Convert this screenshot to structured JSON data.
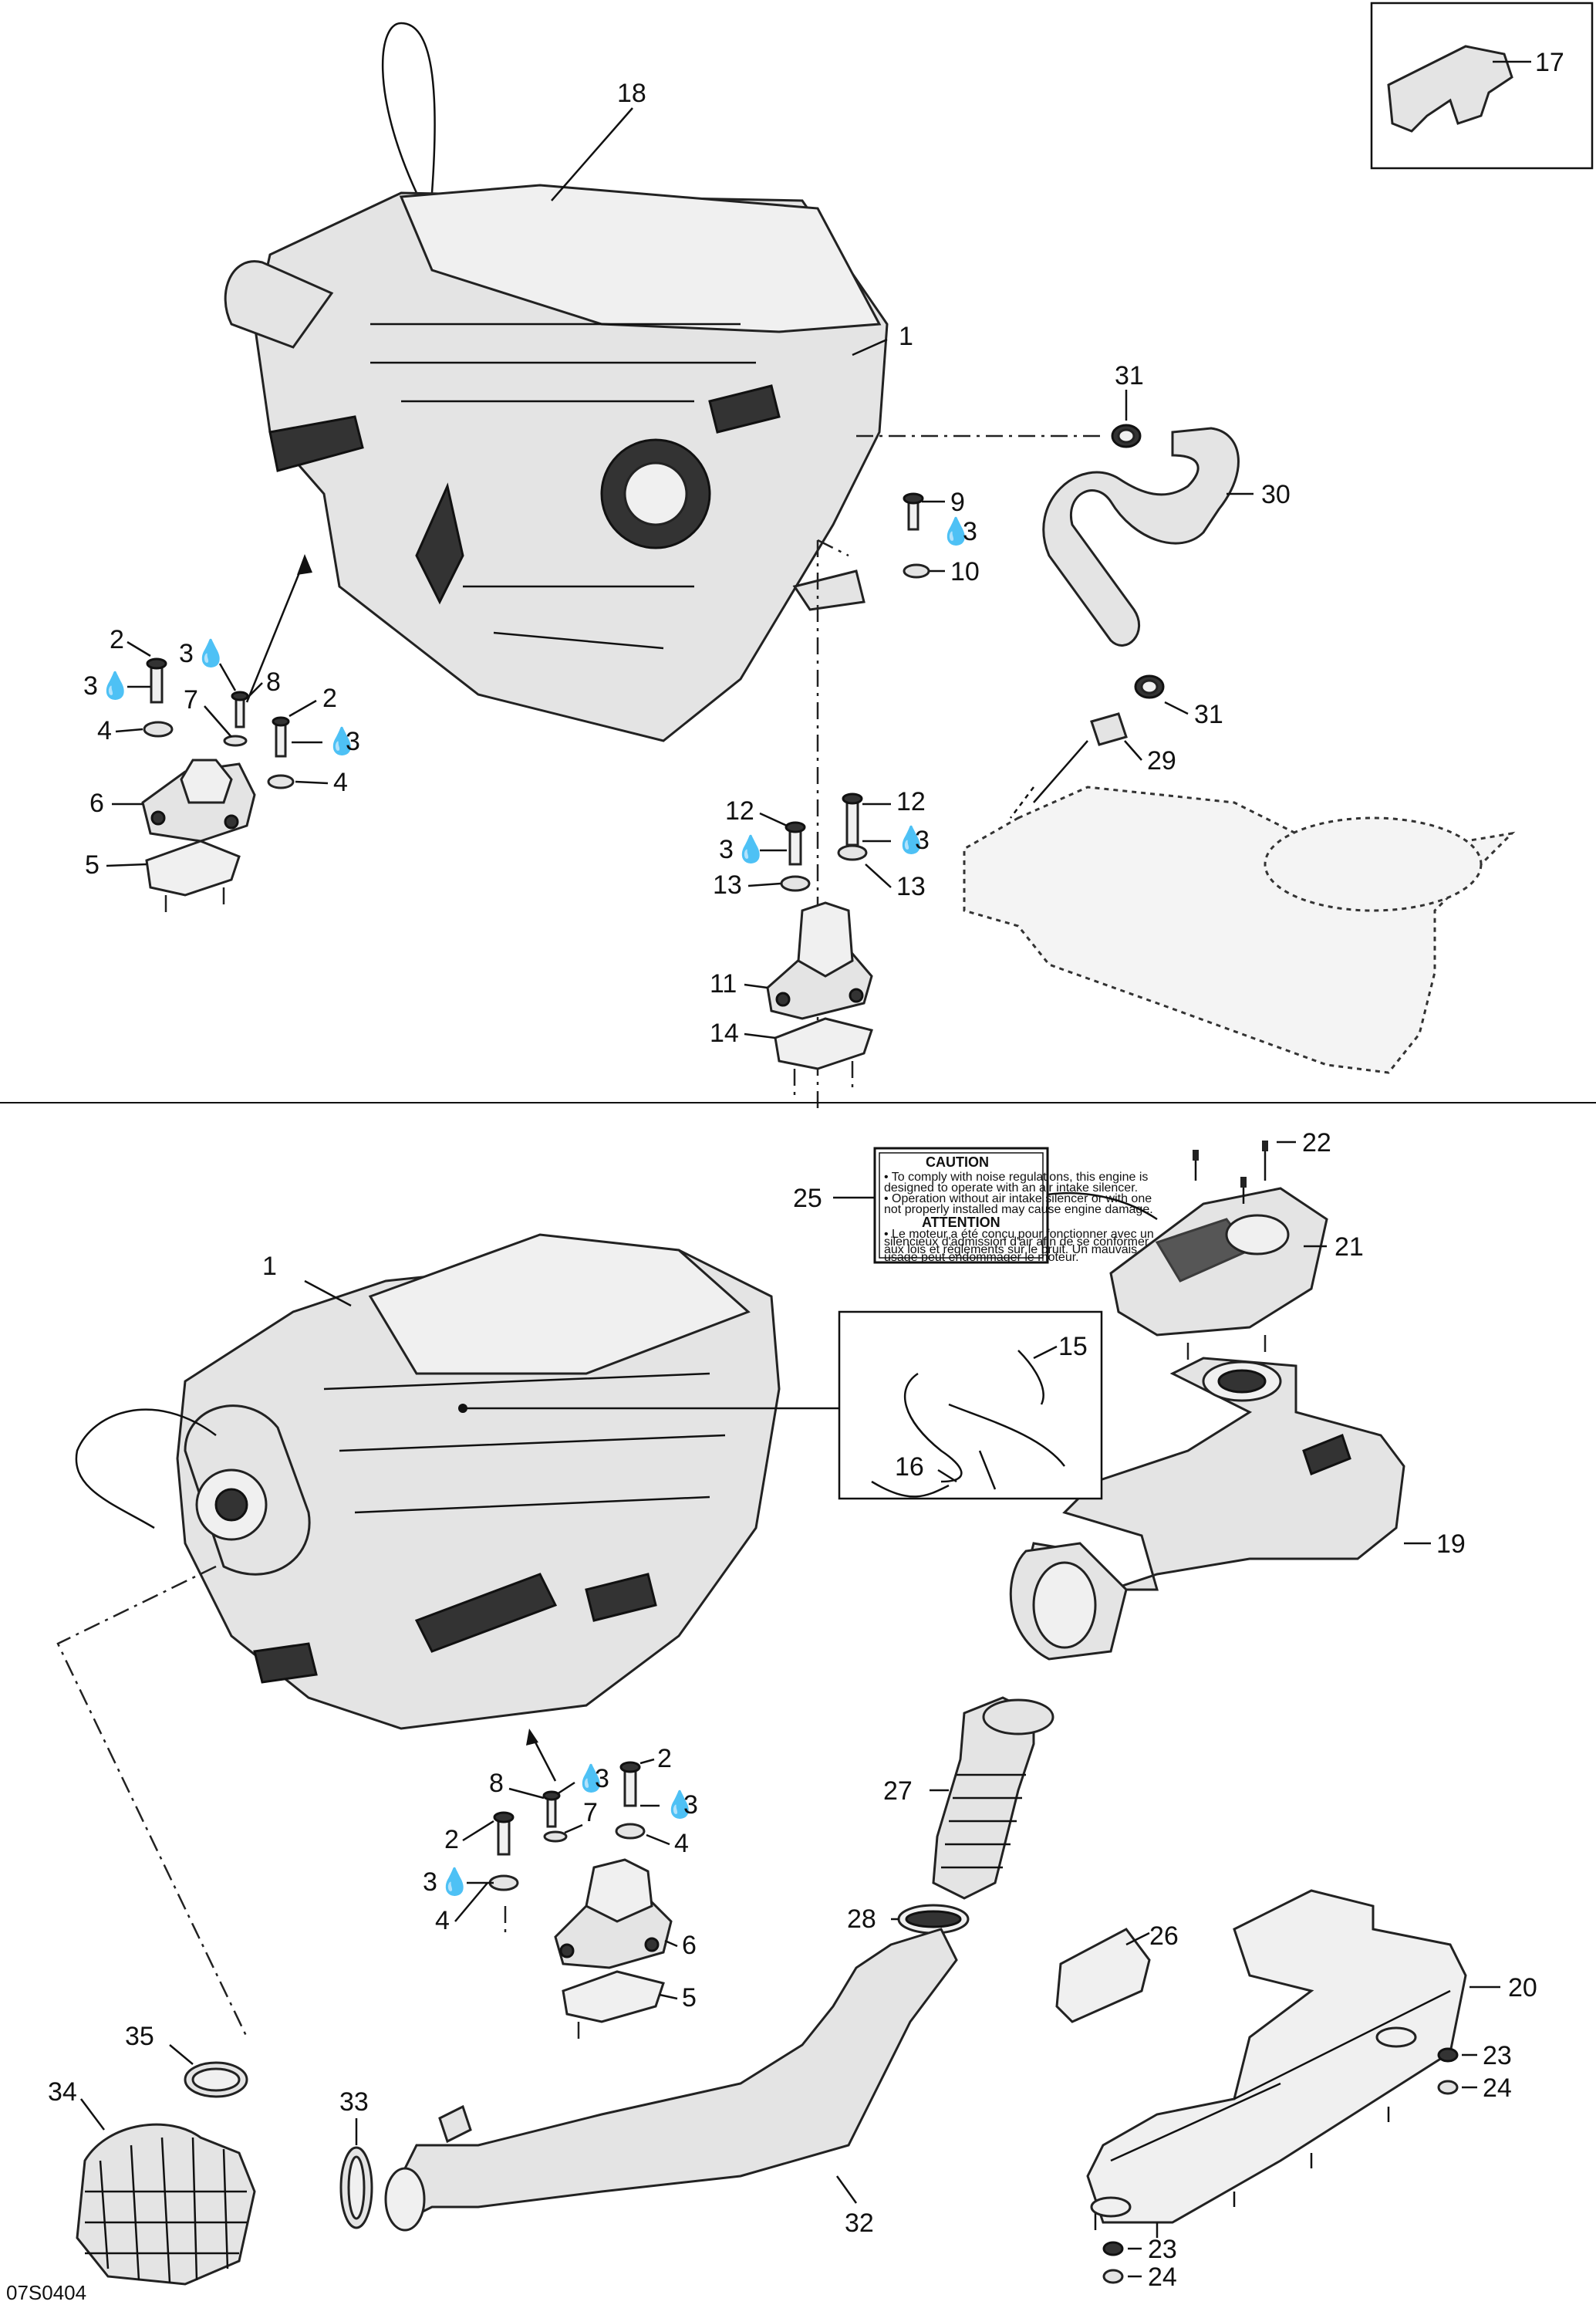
{
  "diagram_code": "07S0404",
  "drop_symbol": "💧",
  "caution_label": {
    "head_en": "CAUTION",
    "lines_en": [
      "• To comply with noise regulations, this engine is",
      "designed to operate with an air intake silencer.",
      "• Operation without air intake silencer or with one",
      "not properly installed may cause engine damage."
    ],
    "head_fr": "ATTENTION",
    "lines_fr": [
      "• Le moteur a été conçu pour fonctionner avec un",
      "silencieux d'admission d'air afin de se conformer",
      "aux lois et règlements sur le bruit. Un mauvais",
      "usage peut endommager le moteur."
    ]
  },
  "callouts": {
    "c17": "17",
    "c18": "18",
    "c1a": "1",
    "c31a": "31",
    "c30": "30",
    "c9": "9",
    "c3a": "3",
    "c10": "10",
    "c31b": "31",
    "c29": "29",
    "c2a": "2",
    "c3b": "3",
    "c3c": "3",
    "c8a": "8",
    "c7a": "7",
    "c2b": "2",
    "c4a": "4",
    "c3d": "3",
    "c4b": "4",
    "c6a": "6",
    "c5a": "5",
    "c12a": "12",
    "c12b": "12",
    "c3e": "3",
    "c3f": "3",
    "c13a": "13",
    "c13b": "13",
    "c11": "11",
    "c14": "14",
    "c22": "22",
    "c25": "25",
    "c21": "21",
    "c1b": "1",
    "c15": "15",
    "c16": "16",
    "c19": "19",
    "c3g": "3",
    "c2c": "2",
    "c8b": "8",
    "c7b": "7",
    "c3h": "3",
    "c2d": "2",
    "c3i": "3",
    "c4c": "4",
    "c4d": "4",
    "c6b": "6",
    "c5b": "5",
    "c27": "27",
    "c28": "28",
    "c26": "26",
    "c20": "20",
    "c23a": "23",
    "c24a": "24",
    "c35": "35",
    "c34": "34",
    "c33": "33",
    "c32": "32",
    "c23b": "23",
    "c24b": "24"
  }
}
